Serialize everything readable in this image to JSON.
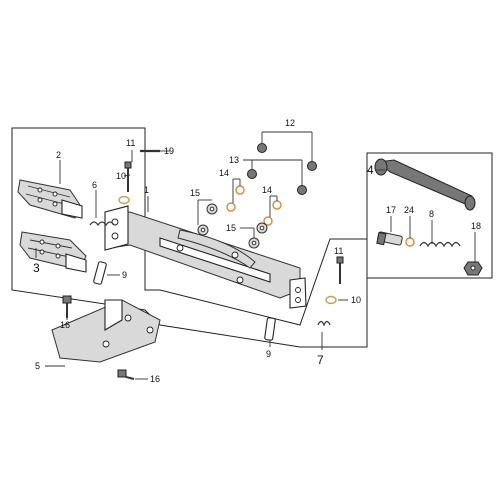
{
  "diagram": {
    "callouts": {
      "c1": "1",
      "c2": "2",
      "c3": "3",
      "c4": "4",
      "c5": "5",
      "c6": "6",
      "c7": "7",
      "c8": "8",
      "c9a": "9",
      "c9b": "9",
      "c10a": "10",
      "c10b": "10",
      "c11a": "11",
      "c11b": "11",
      "c12": "12",
      "c13": "13",
      "c14a": "14",
      "c14b": "14",
      "c15a": "15",
      "c15b": "15",
      "c16a": "16",
      "c16b": "16",
      "c17": "17",
      "c18": "18",
      "c19": "19",
      "c24": "24"
    }
  }
}
